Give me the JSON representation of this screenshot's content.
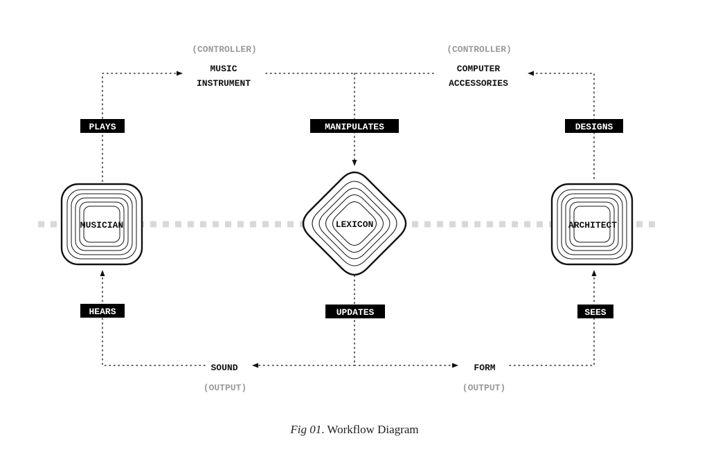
{
  "nodes": {
    "musician": "MUSICIAN",
    "lexicon": "LEXICON",
    "architect": "ARCHITECT"
  },
  "top": {
    "left_tag": "(CONTROLLER)",
    "left_line1": "MUSIC",
    "left_line2": "INSTRUMENT",
    "right_tag": "(CONTROLLER)",
    "right_line1": "COMPUTER",
    "right_line2": "ACCESSORIES"
  },
  "bottom": {
    "left_label": "SOUND",
    "left_tag": "(OUTPUT)",
    "right_label": "FORM",
    "right_tag": "(OUTPUT)"
  },
  "edges": {
    "plays": "PLAYS",
    "manipulates": "MANIPULATES",
    "designs": "DESIGNS",
    "hears": "HEARS",
    "updates": "UPDATES",
    "sees": "SEES"
  },
  "caption": {
    "prefix": "Fig 01",
    "text": ". Workflow Diagram"
  },
  "colors": {
    "ink": "#111111",
    "muted": "#9a9a9a",
    "band": "#d8d8d8",
    "label_bg": "#000000",
    "label_fg": "#ffffff"
  }
}
